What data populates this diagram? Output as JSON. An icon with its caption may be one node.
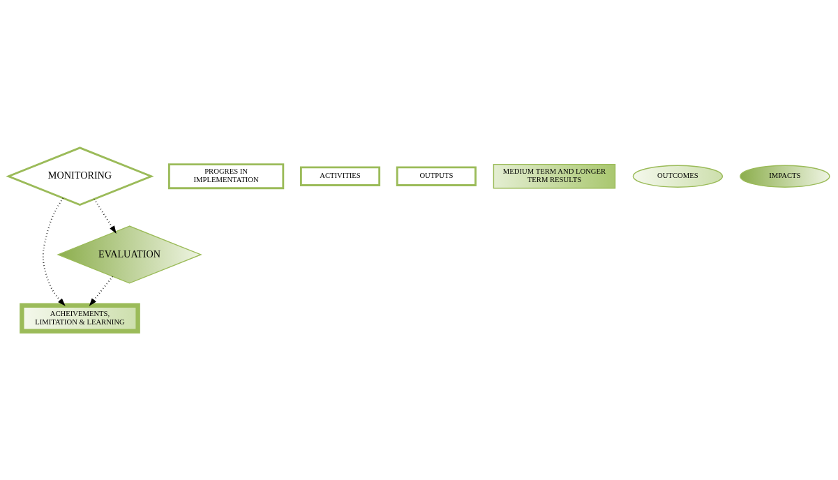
{
  "diagram": {
    "nodes": [
      {
        "text": [
          "MONITORING"
        ]
      },
      {
        "text": [
          "PROGRES IN IMPLEMENTATION"
        ]
      },
      {
        "text": [
          "ACTIVITIES"
        ]
      },
      {
        "text": [
          "OUTPUTS"
        ]
      },
      {
        "text": [
          "MEDIUM TERM AND LONGER TERM RESULTS"
        ]
      },
      {
        "text": [
          "OUTCOMES"
        ]
      },
      {
        "text": [
          "ACHEIVEMENTS, LIMITATION & LEARNING"
        ]
      },
      {
        "text": [
          "IMPACTS"
        ]
      },
      {
        "text": [
          "EVALUATION"
        ]
      }
    ],
    "edges": [
      {
        "from": 0,
        "to": 8,
        "arrow": "to",
        "style": "dashed"
      },
      {
        "from": 0,
        "to": 6,
        "arrow": "to",
        "style": "dashed"
      },
      {
        "from": 8,
        "to": 6,
        "arrow": "to",
        "style": "dashed"
      }
    ]
  }
}
